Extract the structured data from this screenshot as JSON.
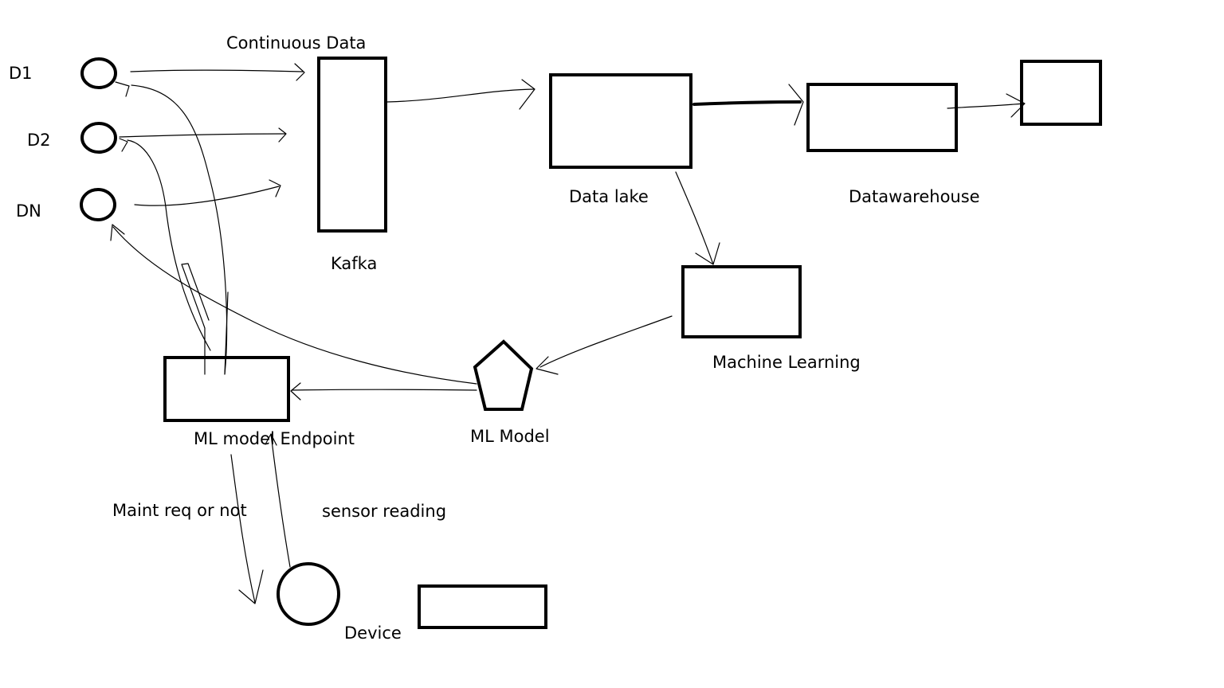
{
  "diagram": {
    "labels": {
      "continuous_data": "Continuous Data",
      "d1": "D1",
      "d2": "D2",
      "dn": "DN",
      "kafka": "Kafka",
      "data_lake": "Data lake",
      "datawarehouse": "Datawarehouse",
      "machine_learning": "Machine Learning",
      "ml_model": "ML Model",
      "ml_model_endpoint": "ML model Endpoint",
      "maint_req": "Maint req or not",
      "sensor_reading": "sensor reading",
      "device": "Device"
    }
  }
}
